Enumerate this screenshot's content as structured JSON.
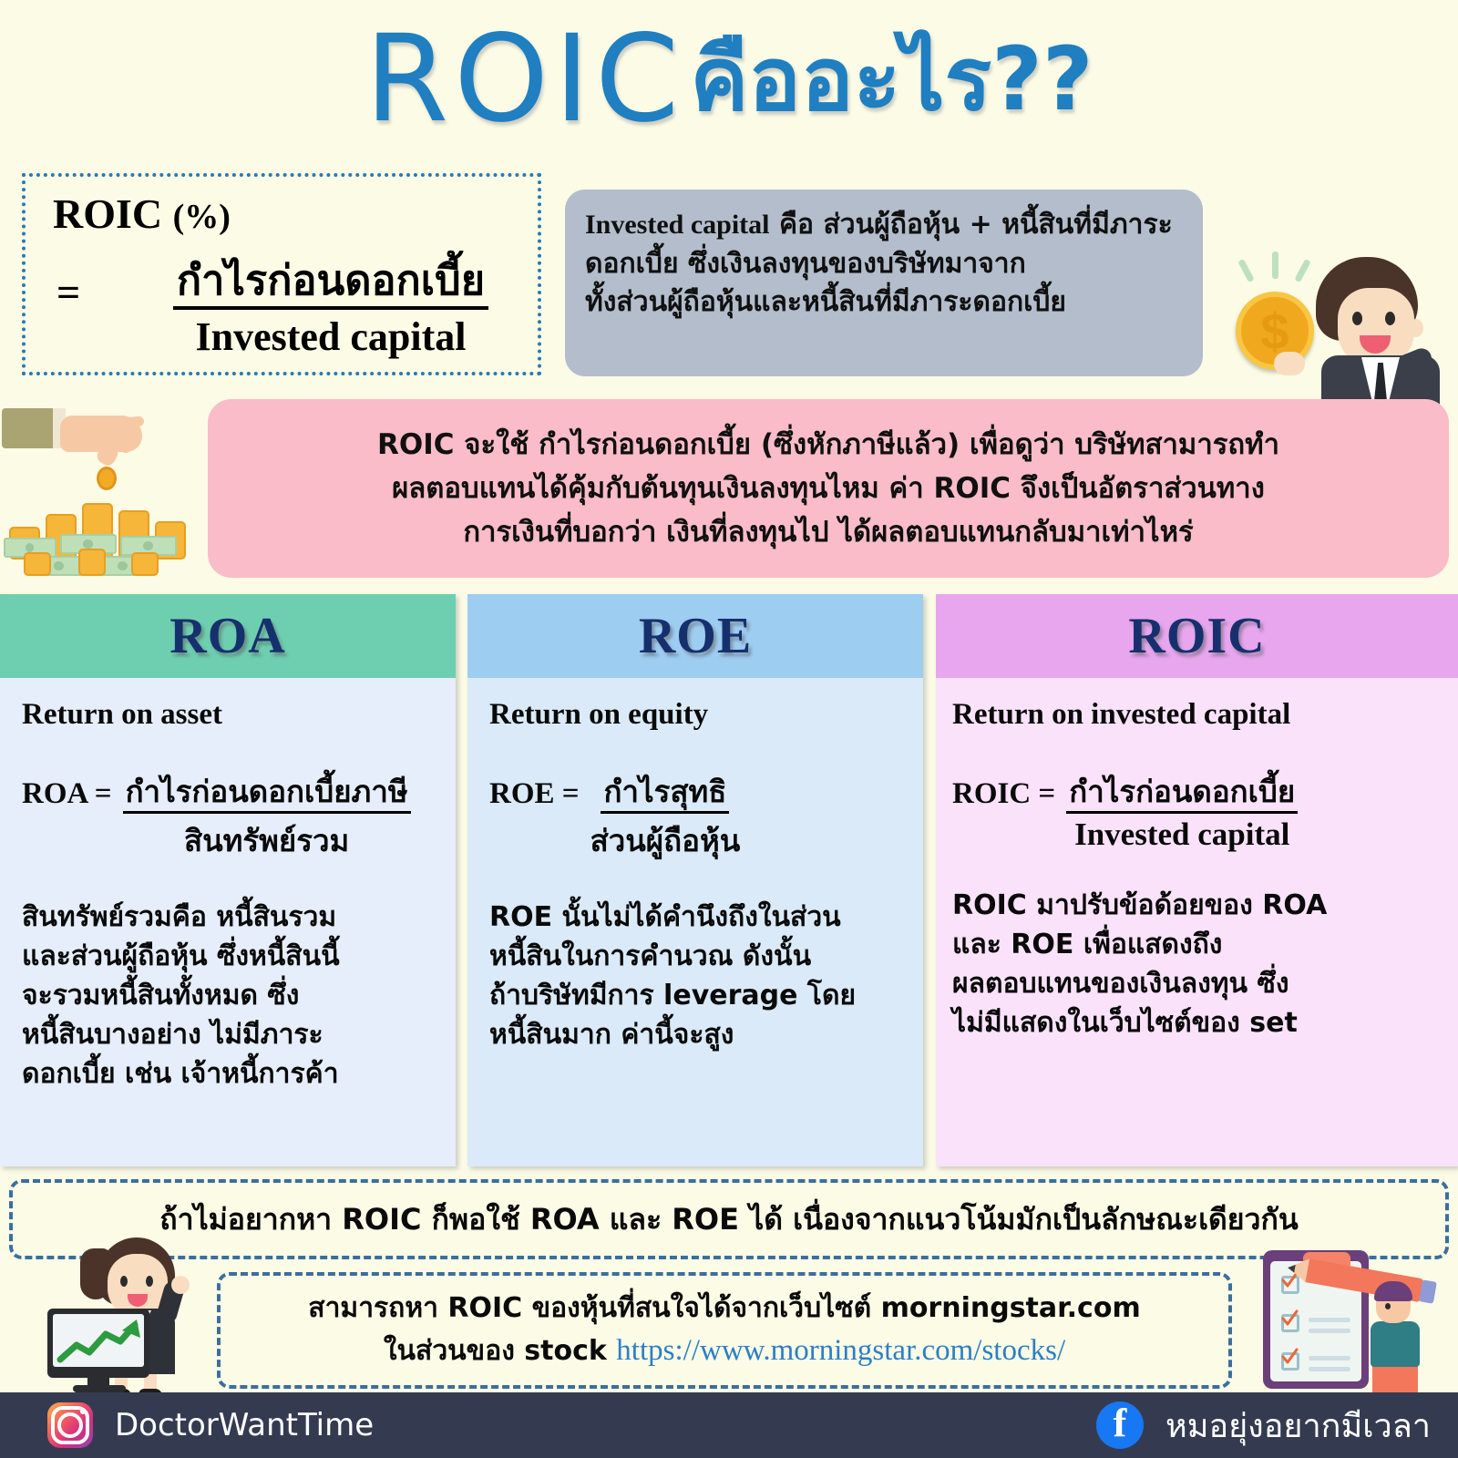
{
  "title": {
    "main": "ROIC",
    "thai": "คืออะไร??"
  },
  "formula": {
    "head_label": "ROIC",
    "head_unit": "(%)",
    "equals": "=",
    "numerator": "กำไรก่อนดอกเบี้ย",
    "denominator": "Invested capital"
  },
  "gray_box": {
    "line1_en": "Invested capital",
    "line1_th": " คือ ส่วนผู้ถือหุ้น + หนี้สินที่มีภาระ",
    "line2": "ดอกเบี้ย ซึ่งเงินลงทุนของบริษัทมาจาก",
    "line3": "ทั้งส่วนผู้ถือหุ้นและหนี้สินที่มีภาระดอกเบี้ย"
  },
  "pink_box": {
    "line1": "ROIC จะใช้ กำไรก่อนดอกเบี้ย (ซึ่งหักภาษีแล้ว) เพื่อดูว่า บริษัทสามารถทำ",
    "line2": "ผลตอบแทนได้คุ้มกับต้นทุนเงินลงทุนไหม ค่า ROIC จึงเป็นอัตราส่วนทาง",
    "line3": "การเงินที่บอกว่า เงินที่ลงทุนไป ได้ผลตอบแทนกลับมาเท่าไหร่"
  },
  "columns": [
    {
      "key": "roa",
      "header": "ROA",
      "header_color": "#6ecfb0",
      "body_color": "#e6eefb",
      "subtitle": "Return on asset",
      "formula_lhs": "ROA  =",
      "formula_num": "กำไรก่อนดอกเบี้ยภาษี",
      "formula_den": "สินทรัพย์รวม",
      "note_lines": [
        "สินทรัพย์รวมคือ หนี้สินรวม",
        "และส่วนผู้ถือหุ้น ซึ่งหนี้สินนี้",
        "จะรวมหนี้สินทั้งหมด ซึ่ง",
        "หนี้สินบางอย่าง ไม่มีภาระ",
        "ดอกเบี้ย เช่น เจ้าหนี้การค้า"
      ]
    },
    {
      "key": "roe",
      "header": "ROE",
      "header_color": "#9ecdf2",
      "body_color": "#daeaf8",
      "subtitle": "Return on equity",
      "formula_lhs": "ROE  =",
      "formula_num": "กำไรสุทธิ",
      "formula_den": "ส่วนผู้ถือหุ้น",
      "note_lines": [
        "ROE นั้นไม่ได้คำนึงถึงในส่วน",
        "หนี้สินในการคำนวณ ดังนั้น",
        "ถ้าบริษัทมีการ leverage โดย",
        "หนี้สินมาก ค่านี้จะสูง"
      ]
    },
    {
      "key": "roic",
      "header": "ROIC",
      "header_color": "#e7a6ee",
      "body_color": "#fae3fa",
      "subtitle": "Return on invested capital",
      "formula_lhs": "ROIC  =",
      "formula_num": "กำไรก่อนดอกเบี้ย",
      "formula_den": "Invested capital",
      "note_lines": [
        "ROIC มาปรับข้อด้อยของ ROA",
        "และ ROE เพื่อแสดงถึง",
        "ผลตอบแทนของเงินลงทุน ซึ่ง",
        "ไม่มีแสดงในเว็บไซต์ของ set"
      ]
    }
  ],
  "tip_box": {
    "text": "ถ้าไม่อยากหา ROIC ก็พอใช้ ROA และ ROE ได้ เนื่องจากแนวโน้มมักเป็นลักษณะเดียวกัน"
  },
  "source_box": {
    "line1": "สามารถหา ROIC ของหุ้นที่สนใจได้จากเว็บไซต์ morningstar.com",
    "line2_prefix": "ในส่วนของ stock ",
    "url": "https://www.morningstar.com/stocks/"
  },
  "footer": {
    "instagram_name": "DoctorWantTime",
    "facebook_name": "หมอยุ่งอยากมีเวลา",
    "instagram_icon": "instagram-icon",
    "facebook_icon": "facebook-icon"
  },
  "illustrations": {
    "hand_money": "hand-dropping-coin-on-money-stacks",
    "businessman_coin": "businessman-holding-dollar-coin",
    "woman_monitor": "businesswoman-with-growth-chart-monitor",
    "clipboard_person": "person-with-pencil-and-checklist"
  },
  "colors": {
    "background": "#fbfbe6",
    "title_blue": "#1f7fc0",
    "gray_box": "#b3bdcc",
    "pink_box": "#f9bcc8",
    "footer": "#343b51",
    "link_blue": "#2c7fc4"
  }
}
